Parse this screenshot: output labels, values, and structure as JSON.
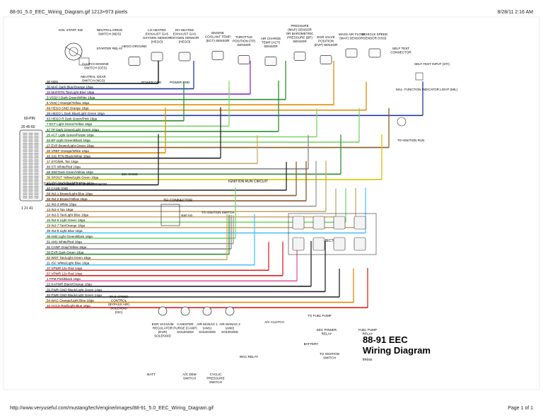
{
  "header": {
    "file_title": "88-91_5.0_EEC_Wiring_Diagram.gif 1213×973 pixels",
    "datetime": "8/28/11 2:16 AM"
  },
  "footer": {
    "url": "http://www.veryuseful.com/mustang/tech/engine/images/88-91_5.0_EEC_Wiring_Diagram.gif",
    "page": "Page 1 of 1"
  },
  "diagram": {
    "title_line1": "88-91 EEC",
    "title_line2": "Wiring Diagram",
    "credit": "tmoss",
    "pin_label": "60-PIN",
    "pin_numbers_top": "20  40  60",
    "pin_numbers_bottom": "1  21  41",
    "top_components": [
      {
        "id": "ign-start-sw",
        "label": "IGN. START SW"
      },
      {
        "id": "neutral-drive",
        "label": "NEUTRAL DRIVE SWITCH (NDS)"
      },
      {
        "id": "starter-relay",
        "label": "STARTER RELAY"
      },
      {
        "id": "clutch-switch",
        "label": "CLUTCH ENGINE SWITCH (CES)"
      },
      {
        "id": "neutral-gear",
        "label": "NEUTRAL GEAR SWITCH (NGS)"
      },
      {
        "id": "hego-ground",
        "label": "HEGO GROUND"
      },
      {
        "id": "lh-hego",
        "label": "LH HEATED EXHAUST GAS OXYGEN SENSOR (HEGO)"
      },
      {
        "id": "rh-hego",
        "label": "RH HEATED EXHAUST GAS OXYGEN SENSOR (HEGO)"
      },
      {
        "id": "ect",
        "label": "ENGINE COOLANT TEMP (ECT) SENSOR"
      },
      {
        "id": "tp",
        "label": "THROTTLE POSITION (TP) SENSOR"
      },
      {
        "id": "act",
        "label": "AIR CHARGE TEMP (ACT) SENSOR"
      },
      {
        "id": "map",
        "label": "PRESSURE (MAP) SENSOR OR BAROMETRIC PRESSURE (BP) SENSOR"
      },
      {
        "id": "egr",
        "label": "EGR VALVE POSITION (EVP) SENSOR"
      },
      {
        "id": "maf",
        "label": "MASS AIR FLOW (MAF) SENSOR"
      },
      {
        "id": "vss",
        "label": "VEHICLE SPEED SENSOR (VSS)"
      },
      {
        "id": "self-test",
        "label": "SELF TEST CONNECTOR"
      }
    ],
    "power_gnd": "POWER GND",
    "self_test_input": "SELF TEST INPUT (STI)",
    "mil": "MAL- FUNCTION INDICATOR LIGHT (MIL)",
    "to_ignition_run": "TO IGNITION RUN",
    "ignition_run_circuit": "IGNITION RUN CIRCUIT",
    "tfi_connector": "TFI CONNECTOR",
    "to_ignition_switch": "TO IGNITION SWITCH",
    "firewall_note": "Driver's side firewall 5.8\" from connector",
    "spout_note": "start run",
    "injectors": "INJECTORS",
    "resistor": "22K OHMS",
    "wires": [
      {
        "pin": "30",
        "label": "NDS",
        "color": "#000000"
      },
      {
        "pin": "30",
        "label": "Dark Blue/Orange 18ga",
        "color": "#1f3c9e",
        "tag": "MAF"
      },
      {
        "pin": "10",
        "label": "Tan/Light Blue 18ga",
        "color": "#8b2fc9",
        "tag": "MAFRTN"
      },
      {
        "pin": "3",
        "label": "Dark Green/White 18ga",
        "color": "#2f8f2f",
        "tag": "VSS(+)"
      },
      {
        "pin": "6",
        "label": "Orange/Yellow 18ga",
        "color": "#e08a00",
        "tag": "VSS(-)"
      },
      {
        "pin": "49",
        "label": "Orange 18ga",
        "color": "#e08a00",
        "tag": "HEGO GND"
      },
      {
        "pin": "29",
        "label": "Dark Blue/Light Green 18ga",
        "color": "#1f3c9e",
        "tag": "HEGO L"
      },
      {
        "pin": "43",
        "label": "Dark Green/Pink 18ga",
        "color": "#2f8f2f",
        "tag": "HEGO R"
      },
      {
        "pin": "7",
        "label": "Light Green/Yellow 18ga",
        "color": "#7bd36a",
        "tag": "ECT"
      },
      {
        "pin": "47",
        "label": "Dark Green/Light Green 18ga",
        "color": "#2f8f2f",
        "tag": "TP"
      },
      {
        "pin": "25",
        "label": "Light Green/Purple 18ga",
        "color": "#7bd36a",
        "tag": "ACT"
      },
      {
        "pin": "45",
        "label": "Light Green/Black 18ga",
        "color": "#7bd36a",
        "tag": "BP"
      },
      {
        "pin": "27",
        "label": "Brown/Light Green 18ga",
        "color": "#8b5a2b",
        "tag": "EVP"
      },
      {
        "pin": "26",
        "label": "Orange/White 18ga",
        "color": "#e08a00",
        "tag": "VREF"
      },
      {
        "pin": "46",
        "label": "Black/White 18ga",
        "color": "#222222",
        "tag": "SIG RTN"
      },
      {
        "pin": "17",
        "label": "Tan 18ga",
        "color": "#c9a86a",
        "tag": "STO/MIL"
      },
      {
        "pin": "48",
        "label": "White/Red 18ga",
        "color": "#888888",
        "tag": "STI"
      },
      {
        "pin": "56",
        "label": "Dark Green/Yellow 18ga",
        "color": "#2f8f2f",
        "tag": "IDM"
      },
      {
        "pin": "36",
        "label": "Yellow/Light Green 18ga",
        "color": "#d9c400",
        "tag": "SPOUT"
      },
      {
        "pin": "16",
        "label": "Black/Orange 18ga",
        "color": "#222222",
        "tag": "IGN GND"
      },
      {
        "pin": "40",
        "label": "",
        "color": "#222222",
        "tag": "CASE GND"
      },
      {
        "pin": "58",
        "label": "Brown/Light Blue 18ga",
        "color": "#8b5a2b",
        "tag": "INJ-1"
      },
      {
        "pin": "59",
        "label": "Brown/Yellow 18ga",
        "color": "#8b5a2b",
        "tag": "INJ-2"
      },
      {
        "pin": "12",
        "label": "White 18ga",
        "color": "#999999",
        "tag": "INJ-3"
      },
      {
        "pin": "13",
        "label": "Tan 18ga",
        "color": "#c9a86a",
        "tag": "INJ-4"
      },
      {
        "pin": "14",
        "label": "Tan/Light Blue 18ga",
        "color": "#c9a86a",
        "tag": "INJ-5"
      },
      {
        "pin": "15",
        "label": "Light Green 18ga",
        "color": "#7bd36a",
        "tag": "INJ-6"
      },
      {
        "pin": "19",
        "label": "Tan/Orange 18ga",
        "color": "#c9a86a",
        "tag": "INJ-7"
      },
      {
        "pin": "39",
        "label": "Light Blue 18ga",
        "color": "#4fc3f7",
        "tag": "INJ-8"
      },
      {
        "pin": "35",
        "label": "Light Green/Black 18ga",
        "color": "#7bd36a",
        "tag": "AM2"
      },
      {
        "pin": "51",
        "label": "White/Red 18ga",
        "color": "#999999",
        "tag": "AM1"
      },
      {
        "pin": "31",
        "label": "Gray/Yellow 18ga",
        "color": "#888888",
        "tag": "CANP"
      },
      {
        "pin": "33",
        "label": "Dark Green 18ga",
        "color": "#2f8f2f",
        "tag": "EVR"
      },
      {
        "pin": "52",
        "label": "Tan/Light Green 18ga",
        "color": "#c9a86a",
        "tag": "WOT"
      },
      {
        "pin": "21",
        "label": "White/Light Blue 18ga",
        "color": "#4fc3f7",
        "tag": "ISC"
      },
      {
        "pin": "37",
        "label": "12v Red 14ga",
        "color": "#e02020",
        "tag": "VPWR"
      },
      {
        "pin": "57",
        "label": "12v Red 14ga",
        "color": "#e02020",
        "tag": "VPWR"
      },
      {
        "pin": "1",
        "label": "Pink/Black 18ga",
        "color": "#e05a9a",
        "tag": "FPM"
      },
      {
        "pin": "22",
        "label": "Black/Orange 18ga",
        "color": "#222222",
        "tag": "KAPWR"
      },
      {
        "pin": "20",
        "label": "Black/Light Green 14ga",
        "color": "#222222",
        "tag": "PWR GND"
      },
      {
        "pin": "40",
        "label": "Black/Light Green 14ga",
        "color": "#222222",
        "tag": "PWR GND"
      },
      {
        "pin": "54",
        "label": "Orange/Light Blue 18ga",
        "color": "#e08a00",
        "tag": "WAC"
      },
      {
        "pin": "10",
        "label": "Red/Light Blue 18ga",
        "color": "#e02020",
        "tag": "ACCS"
      }
    ],
    "lower_components": [
      {
        "id": "isc",
        "label": "IDLE SPEED CONTROL (BYPASS AIR) SOLENOID (ISC)"
      },
      {
        "id": "evr",
        "label": "EGR VACUUM REGULATOR (EVR) SOLENOID"
      },
      {
        "id": "canp",
        "label": "CANISTER PURGE (CANP) SOLENOID"
      },
      {
        "id": "am1",
        "label": "AIR MANAG 1 (AM1) SOLENOID"
      },
      {
        "id": "am2",
        "label": "AIR MANAG 2 (AM2) SOLENOID"
      },
      {
        "id": "to-fuel-pump",
        "label": "TO FUEL PUMP"
      },
      {
        "id": "eec-relay",
        "label": "EEC POWER RELAY"
      },
      {
        "id": "fp-relay",
        "label": "FUEL PUMP RELAY"
      },
      {
        "id": "battery",
        "label": "BATTERY"
      },
      {
        "id": "to-ign-switch",
        "label": "TO IGNITION SWITCH"
      },
      {
        "id": "batt",
        "label": "BATT"
      },
      {
        "id": "ac-demand",
        "label": "A/C DEM SWITCH"
      },
      {
        "id": "cyclic",
        "label": "CYCLIC PRESSURE SWITCH"
      },
      {
        "id": "wac-relay",
        "label": "WAC RELAY"
      },
      {
        "id": "ac-clutch",
        "label": "A/C CLUTCH"
      }
    ]
  }
}
